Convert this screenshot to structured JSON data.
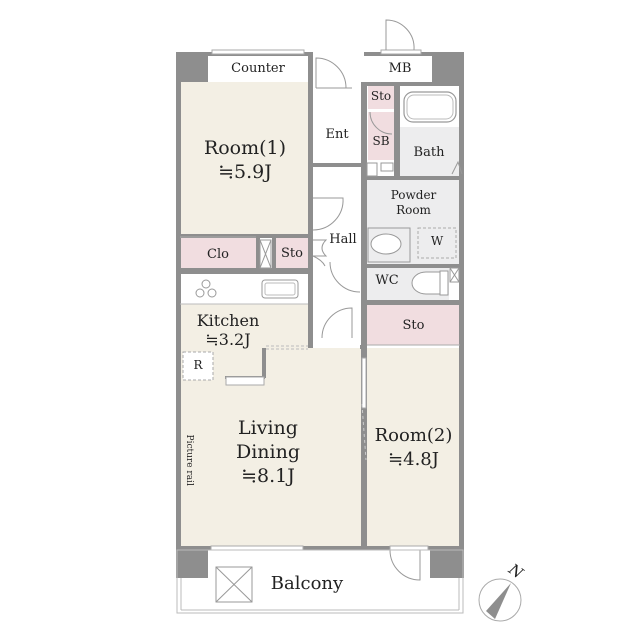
{
  "floor_plan": {
    "rooms": {
      "room1": {
        "name": "Room(1)",
        "area": "≒5.9J"
      },
      "room2": {
        "name": "Room(2)",
        "area": "≒4.8J"
      },
      "kitchen": {
        "name": "Kitchen",
        "area": "≒3.2J"
      },
      "living": {
        "name_line1": "Living",
        "name_line2": "Dining",
        "area": "≒8.1J"
      }
    },
    "labels": {
      "counter": "Counter",
      "mb": "MB",
      "sto_top": "Sto",
      "sb": "SB",
      "ent": "Ent",
      "bath": "Bath",
      "powder_room_line1": "Powder",
      "powder_room_line2": "Room",
      "washer": "W",
      "clo": "Clo",
      "sto_hall": "Sto",
      "hall": "Hall",
      "wc": "WC",
      "sto_room2": "Sto",
      "fridge": "R",
      "picture_rail": "Picture rail",
      "balcony": "Balcony"
    },
    "compass": {
      "label": "N"
    },
    "colors": {
      "wall": "#8e8e8e",
      "room_floor": "#f3efe4",
      "storage": "#f1dde0",
      "wet_area": "#ededee"
    }
  }
}
